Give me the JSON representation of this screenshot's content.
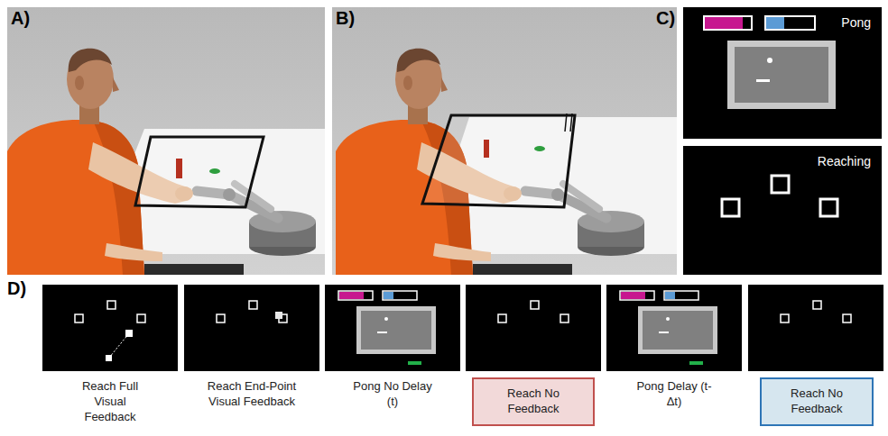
{
  "diagram": {
    "nodes": [
      {
        "text": [
          "Pong"
        ]
      },
      {
        "text": [
          "Reaching"
        ]
      },
      {
        "text": [
          "Reach No Feedback"
        ]
      },
      {
        "text": [
          "Reach No Feedback"
        ]
      }
    ],
    "labels": [
      "A)",
      "B)",
      "C)",
      "D)",
      "Reach Full Visual Feedback",
      "Reach End-Point Visual Feedback",
      "Pong No Delay (t)",
      "Pong Delay (t-Δt)"
    ]
  }
}
